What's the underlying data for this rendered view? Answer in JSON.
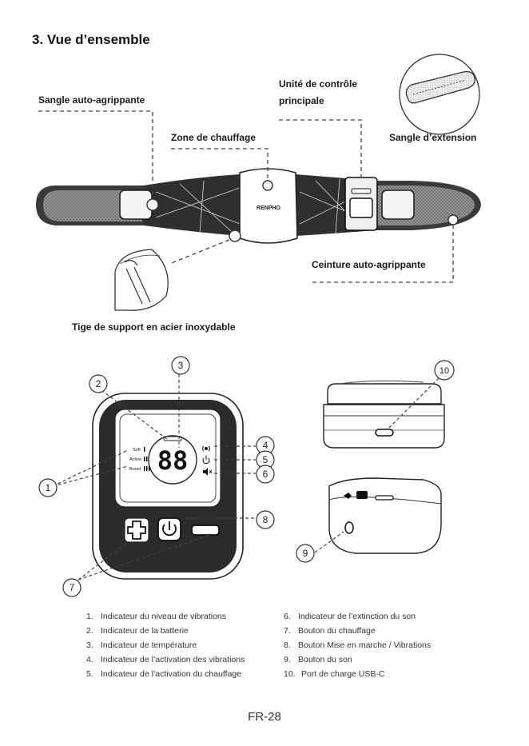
{
  "section_title": "3. Vue d’ensemble",
  "labels": {
    "hook_strap": "Sangle auto-agrippante",
    "control_unit_line1": "Unité de contrôle",
    "control_unit_line2": "principale",
    "heating_zone": "Zone de chauffage",
    "extension_strap": "Sangle d’extension",
    "hook_belt": "Ceinture auto-agrippante",
    "support_rod": "Tige de support en acier inoxydable",
    "brand": "RENPHO"
  },
  "controller": {
    "display_value": "88",
    "level_labels": [
      "Soft",
      "Active",
      "Boost"
    ]
  },
  "callouts": [
    "1",
    "2",
    "3",
    "4",
    "5",
    "6",
    "7",
    "8",
    "9",
    "10"
  ],
  "legend_left": [
    {
      "num": "1.",
      "text": "Indicateur du niveau de vibrations"
    },
    {
      "num": "2.",
      "text": "Indicateur de la batterie"
    },
    {
      "num": "3.",
      "text": "Indicateur de température"
    },
    {
      "num": "4.",
      "text": "Indicateur de l’activation des vibrations"
    },
    {
      "num": "5.",
      "text": "Indicateur de l’activation du chauffage"
    }
  ],
  "legend_right": [
    {
      "num": "6.",
      "text": "Indicateur de l’extinction du son"
    },
    {
      "num": "7.",
      "text": "Bouton du chauffage"
    },
    {
      "num": "8.",
      "text": "Bouton Mise en marche / Vibrations"
    },
    {
      "num": "9.",
      "text": "Bouton du son"
    },
    {
      "num": "10.",
      "text": "Port de charge USB-C"
    }
  ],
  "page_number": "FR-28"
}
